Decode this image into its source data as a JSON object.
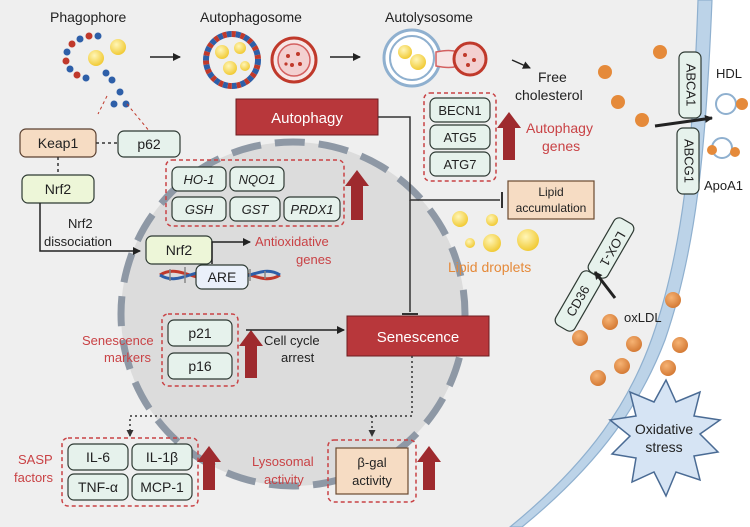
{
  "stages": {
    "phagophore": "Phagophore",
    "autophagosome": "Autophagosome",
    "autolysosome": "Autolysosome"
  },
  "free_cholesterol": [
    "Free",
    "cholesterol"
  ],
  "hdl": "HDL",
  "apoa1": "ApoA1",
  "transporters": {
    "abca1": "ABCA1",
    "abcg1": "ABCG1",
    "lox1": "LOX-1",
    "cd36": "CD36"
  },
  "oxldl": "oxLDL",
  "oxidative_stress": [
    "Oxidative",
    "stress"
  ],
  "keap1": "Keap1",
  "p62": "p62",
  "nrf2": "Nrf2",
  "nrf2_dissociation": [
    "Nrf2",
    "dissociation"
  ],
  "nuclear_nrf2": "Nrf2",
  "are": "ARE",
  "antioxidative_genes": [
    "Antioxidative",
    "genes"
  ],
  "genes": [
    "HO-1",
    "NQO1",
    "GSH",
    "GST",
    "PRDX1"
  ],
  "autophagy": "Autophagy",
  "autophagy_genes": {
    "items": [
      "BECN1",
      "ATG5",
      "ATG7"
    ],
    "label": [
      "Autophagy",
      "genes"
    ]
  },
  "lipid_accumulation": [
    "Lipid",
    "accumulation"
  ],
  "lipid_droplets": "Lipid droplets",
  "senescence": "Senescence",
  "senescence_markers": {
    "items": [
      "p21",
      "p16"
    ],
    "label": [
      "Senescence",
      "markers"
    ]
  },
  "cell_cycle_arrest": [
    "Cell cycle",
    "arrest"
  ],
  "sasp": {
    "label": [
      "SASP",
      "factors"
    ],
    "items": [
      "IL-6",
      "IL-1β",
      "TNF-α",
      "MCP-1"
    ]
  },
  "lysosomal": {
    "label": [
      "Lysosomal",
      "activity"
    ],
    "box": [
      "β-gal",
      "activity"
    ]
  },
  "colors": {
    "red_box": "#b8373b",
    "red_text": "#c94245",
    "teal_box": "#e6f2ec",
    "teal_border": "#6fa08f",
    "lime_box": "#edf6d8",
    "peach_box": "#f6dcc3",
    "orange": "#e58a3a",
    "yellow": "#f1cf3c",
    "membrane": "#a9c3dc",
    "nucleus": "#dcdcdc"
  }
}
